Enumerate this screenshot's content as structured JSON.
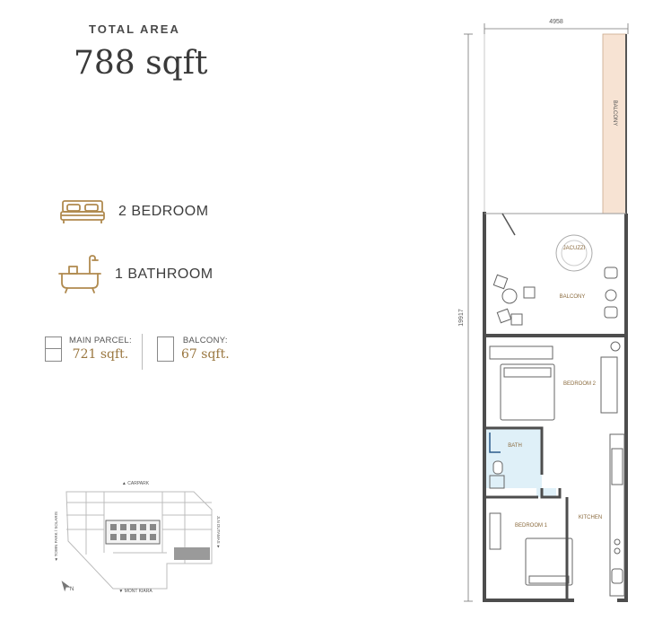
{
  "total": {
    "label": "TOTAL AREA",
    "value": "788 sqft"
  },
  "features": [
    {
      "icon": "bed-icon",
      "label": "2 BEDROOM"
    },
    {
      "icon": "bathtub-icon",
      "label": "1 BATHROOM"
    }
  ],
  "parcels": [
    {
      "label": "MAIN PARCEL:",
      "value": "721 sqft."
    },
    {
      "label": "BALCONY:",
      "value": "67 sqft."
    }
  ],
  "floorplan": {
    "width_dim": "4958",
    "height_dim": "19917",
    "rooms": {
      "balcony_top": "BALCONY",
      "jacuzzi": "JACUZZI",
      "balcony": "BALCONY",
      "bedroom2": "BEDROOM 2",
      "bath": "BATH",
      "bedroom1": "BEDROOM 1",
      "kitchen": "KITCHEN"
    }
  },
  "keyplan": {
    "top_label": "▲ CARPARK",
    "bottom_label": "▼ MONT KIARA",
    "left_label": "◄ TOWN PARK / SOLARIS",
    "right_label": "JLN DUTAMAS ►",
    "north": "N"
  },
  "colors": {
    "accent_gold": "#b08a4f",
    "wall": "#4d4d4d",
    "bath_fill": "#dff0f8",
    "balcony_fill": "#f7e3d3"
  }
}
